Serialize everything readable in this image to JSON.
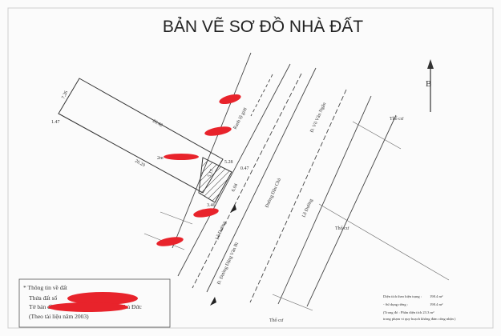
{
  "title": "BẢN VẼ SƠ ĐỒ NHÀ ĐẤT",
  "north": "B",
  "lot": {
    "dims": [
      "7.26",
      "1.47",
      "26.42",
      "26.20",
      "5.17",
      "5.28",
      "0.47",
      "6.04",
      "3.46"
    ],
    "note_top": "Ranh lộ giới",
    "hatched_note": "2m"
  },
  "roads": {
    "vo_van_ngan": "Đ. Võ Văn Ngân",
    "dang_van_bi": "Đ. Đường Đặng Văn Bi",
    "road_main": "Đường Đặng Văn Bi",
    "le_duong_left": "Lề Đường",
    "le_duong_right": "Lề Đường",
    "center": "Đường Đầu Chủ"
  },
  "land_labels": [
    "Thổ cư",
    "Thổ cư",
    "Thổ cư"
  ],
  "info": {
    "heading": "* Thông tin về đất",
    "line1": "Thửa đất số",
    "line2": "Tờ bản đồ số",
    "line2_tail": "Thủ Đức",
    "line3": "(Theo tài liệu năm 2003)"
  },
  "area": {
    "line1_label": "Diện tích theo hiện trạng :",
    "line1_value": "198.4  m²",
    "line2_label": "- Sử dụng riêng :",
    "line2_value": "198.4  m²",
    "line3": "(Trong đó : Phần diện tích 23.3  m²",
    "line4": "trong phạm vi quy hoạch không đảm công nhận )"
  },
  "colors": {
    "redact": "#e8232b",
    "ink": "#333333"
  }
}
